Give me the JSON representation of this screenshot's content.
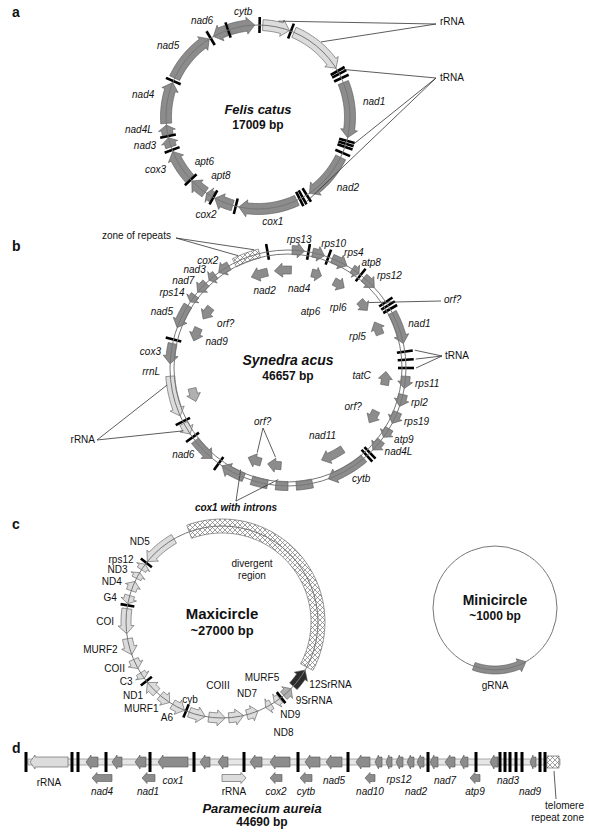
{
  "diagram": {
    "nodes": [
      {
        "text": [
          "Felis catus",
          "17009 bp"
        ]
      },
      {
        "text": [
          "Synedra acus",
          "46657 bp"
        ]
      },
      {
        "text": [
          "Maxicircle",
          "~27000 bp"
        ]
      },
      {
        "text": [
          "Minicircle",
          "~1000 bp"
        ]
      }
    ],
    "labels": [
      "a",
      "rRNA",
      "tRNA",
      "cytb",
      "nad6",
      "nad5",
      "nad4",
      "nad4L",
      "nad3",
      "cox3",
      "apt6",
      "apt8",
      "cox2",
      "cox1",
      "nad1",
      "nad2",
      "b",
      "zone of repeats",
      "rps13",
      "rps10",
      "rps4",
      "atp8",
      "rps12",
      "orf?",
      "nad2",
      "nad4",
      "atp6",
      "rpl6",
      "cox2",
      "nad3",
      "nad7",
      "rps14",
      "nad5",
      "orf?",
      "nad9",
      "rpl5",
      "nad1",
      "tRNA",
      "tatC",
      "cox3",
      "rrnL",
      "rRNA",
      "rps11",
      "rpl2",
      "rps19",
      "orf?",
      "orf?",
      "atp9",
      "nad4L",
      "nad11",
      "nad6",
      "cox1 with introns",
      "cytb",
      "c",
      "ND5",
      "rps12",
      "divergent region",
      "ND3",
      "ND4",
      "G4",
      "COI",
      "MURF2",
      "COII",
      "C3",
      "ND1",
      "MURF1",
      "A6",
      "cyb",
      "COIII",
      "ND7",
      "MURF5",
      "ND8",
      "ND9",
      "9SrRNA",
      "12SrRNA",
      "gRNA",
      "d",
      "rRNA",
      "nad4",
      "nad1",
      "cox1",
      "rRNA",
      "cox2",
      "cytb",
      "nad5",
      "nad10",
      "rps12",
      "nad2",
      "nad7",
      "atp9",
      "nad3",
      "nad9",
      "telomere repeat zone",
      "Paramecium aureia",
      "44690 bp"
    ]
  }
}
